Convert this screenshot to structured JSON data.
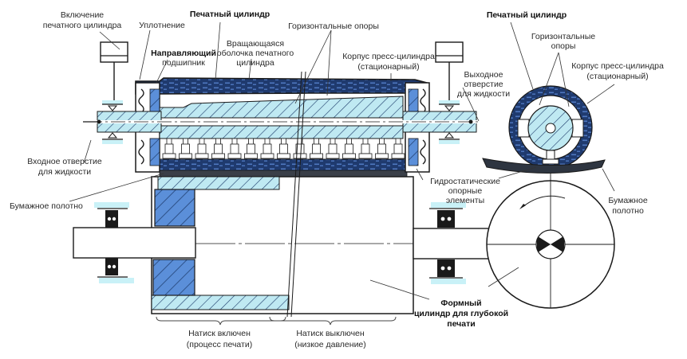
{
  "title": "Печатный цилиндр с гидростатическими опорами",
  "colors": {
    "shell_dark": "#1f3a6e",
    "shell_pattern": "#4f78c0",
    "hatch_light": "#bfe9f2",
    "hatch_mid": "#5b8fd9",
    "hatch_line": "#1c3a6a",
    "outline": "#1a1a1a",
    "paper_web": "#2e3540",
    "pad_cyan": "#c9f1f7"
  },
  "labels": {
    "printing_cylinder_switch": [
      "Включение",
      "печатного цилиндра"
    ],
    "seal": "Уплотнение",
    "printing_cylinder_top": "Печатный цилиндр",
    "guide_bearing": [
      "Направляющий",
      "подшипник"
    ],
    "rotating_shell": [
      "Вращающаяся",
      "оболочка печатного",
      "цилиндра"
    ],
    "horizontal_supports": "Горизонтальные опоры",
    "press_cylinder_body": [
      "Корпус пресс-цилиндра",
      "(стационарный)"
    ],
    "fluid_outlet": [
      "Выходное",
      "отверстие",
      "для жидкости"
    ],
    "fluid_inlet": [
      "Входное отверстие",
      "для жидкости"
    ],
    "paper_web_left": "Бумажное полотно",
    "hydrostatic_elements": [
      "Гидростатические",
      "опорные",
      "элементы"
    ],
    "gravure_cylinder": [
      "Формный",
      "цилиндр для глубокой",
      "печати"
    ],
    "impression_on": [
      "Натиск включен",
      "(процесс печати)"
    ],
    "impression_off": [
      "Натиск выключен",
      "(низкое давление)"
    ],
    "side_printing_cylinder": "Печатный цилиндр",
    "side_horizontal_supports": [
      "Горизонтальные",
      "опоры"
    ],
    "side_press_body": [
      "Корпус пресс-цилиндра",
      "(стационарный)"
    ],
    "side_paper_web": [
      "Бумажное",
      "полотно"
    ]
  }
}
